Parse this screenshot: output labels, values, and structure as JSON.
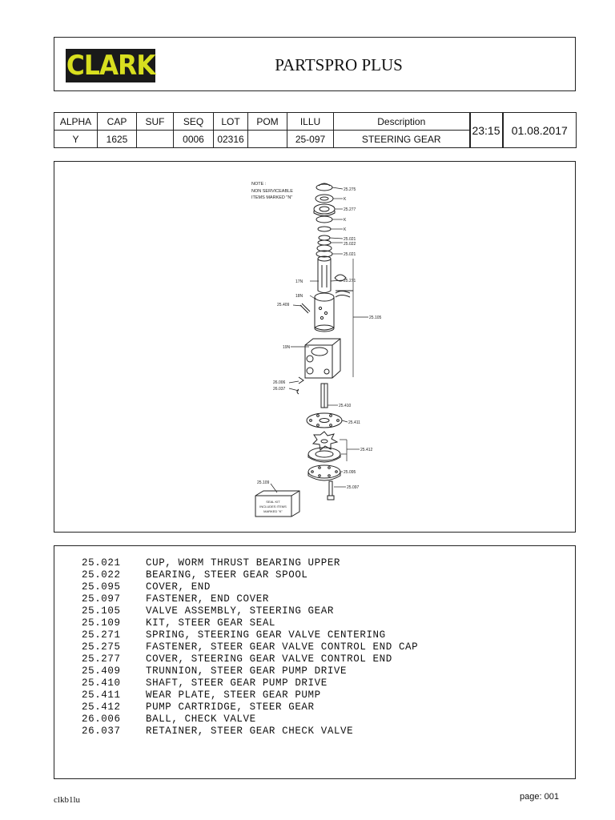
{
  "header": {
    "logo_text": "CLARK",
    "title": "PARTSPRO PLUS",
    "logo_colors": {
      "background": "#1a1a1a",
      "letters": "#d8df1f"
    }
  },
  "info": {
    "columns": [
      "ALPHA",
      "CAP",
      "SUF",
      "SEQ",
      "LOT",
      "POM",
      "ILLU",
      "Description"
    ],
    "values": [
      "Y",
      "1625",
      "",
      "0006",
      "02316",
      "",
      "25-097",
      "STEERING GEAR"
    ],
    "time": "23:15",
    "date": "01.08.2017"
  },
  "diagram": {
    "note": [
      "NOTE :",
      "NON SERVICEABLE",
      "ITEMS MARKED \"N\""
    ],
    "callouts": {
      "c25275": "25.275",
      "cK1": "K",
      "c25277": "25.277",
      "cK2": "K",
      "cK3": "K",
      "c25021": "25.021",
      "c25022": "25.022",
      "c25021b": "25.021",
      "c17N": "17N",
      "c25271": "25.271",
      "c18N": "18N",
      "c25409": "25.409",
      "c25105": "25.105",
      "c19N": "19N",
      "c26006": "26.006",
      "c26037": "26.037",
      "c25410": "25.410",
      "c25411": "25.411",
      "c25412": "25.412",
      "c25095": "25.095",
      "c25097": "25.097",
      "c25109": "25.109"
    },
    "seal_kit": [
      "SEAL KIT",
      "INCLUDES ITEMS",
      "MARKED \"K\""
    ]
  },
  "parts": [
    {
      "number": "25.021",
      "description": "CUP, WORM THRUST BEARING UPPER"
    },
    {
      "number": "25.022",
      "description": "BEARING, STEER GEAR SPOOL"
    },
    {
      "number": "25.095",
      "description": "COVER, END"
    },
    {
      "number": "25.097",
      "description": "FASTENER, END COVER"
    },
    {
      "number": "25.105",
      "description": "VALVE ASSEMBLY, STEERING GEAR"
    },
    {
      "number": "25.109",
      "description": "KIT, STEER GEAR SEAL"
    },
    {
      "number": "25.271",
      "description": "SPRING, STEERING GEAR VALVE CENTERING"
    },
    {
      "number": "25.275",
      "description": "FASTENER, STEER GEAR VALVE CONTROL END CAP"
    },
    {
      "number": "25.277",
      "description": "COVER, STEERING GEAR VALVE CONTROL END"
    },
    {
      "number": "25.409",
      "description": "TRUNNION, STEER GEAR PUMP DRIVE"
    },
    {
      "number": "25.410",
      "description": "SHAFT, STEER GEAR PUMP DRIVE"
    },
    {
      "number": "25.411",
      "description": "WEAR PLATE, STEER GEAR PUMP"
    },
    {
      "number": "25.412",
      "description": "PUMP CARTRIDGE, STEER GEAR"
    },
    {
      "number": "26.006",
      "description": "BALL, CHECK VALVE"
    },
    {
      "number": "26.037",
      "description": "RETAINER, STEER GEAR CHECK VALVE"
    }
  ],
  "footer": {
    "left": "clkb1lu",
    "right": "page: 001"
  }
}
